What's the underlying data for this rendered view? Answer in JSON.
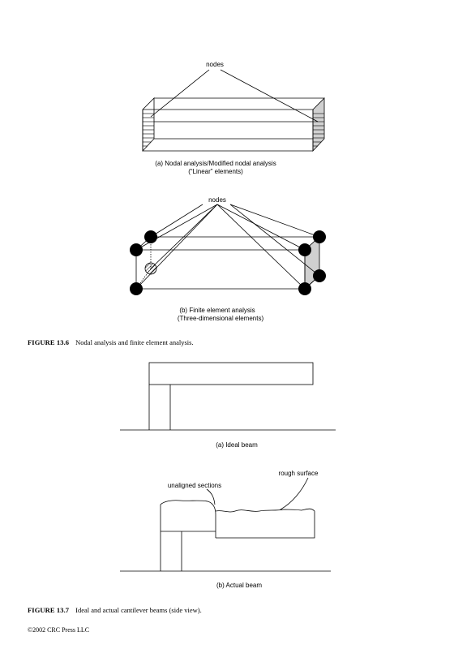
{
  "figure_a": {
    "nodes_label": "nodes",
    "caption_line1": "(a)  Nodal analysis/Modified nodal analysis",
    "caption_line2": "(“Linear” elements)"
  },
  "figure_b": {
    "nodes_label": "nodes",
    "caption_line1": "(b)  Finite element analysis",
    "caption_line2": "(Three-dimensional elements)"
  },
  "figure_13_6": {
    "number": "FIGURE 13.6",
    "title": "Nodal analysis and finite element analysis."
  },
  "figure_ideal": {
    "caption": "(a)  Ideal beam"
  },
  "figure_actual": {
    "rough_label": "rough surface",
    "unaligned_label": "unaligned sections",
    "caption": "(b)  Actual beam"
  },
  "figure_13_7": {
    "number": "FIGURE 13.7",
    "title": "Ideal and actual cantilever beams (side view)."
  },
  "footer": {
    "copyright": "©2002 CRC Press LLC"
  }
}
